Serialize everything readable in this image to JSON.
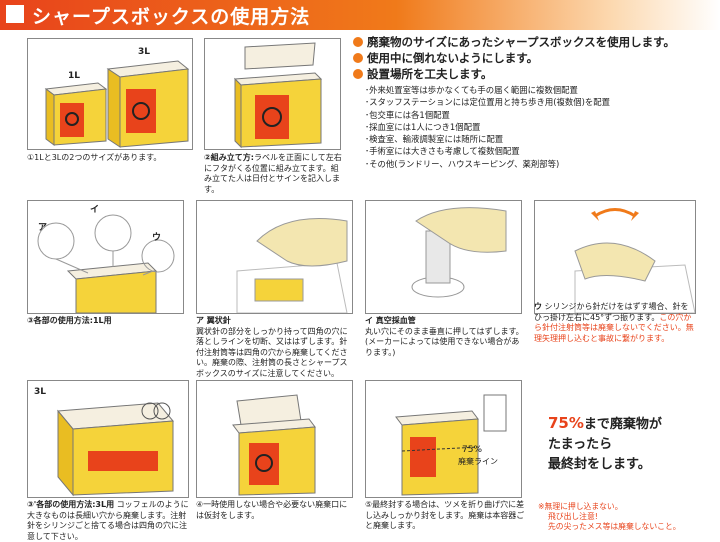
{
  "header": {
    "title": "シャープスボックスの使用方法"
  },
  "bullets": [
    "廃棄物のサイズにあったシャープスボックスを使用します。",
    "使用中に倒れないようにします。",
    "設置場所を工夫します。"
  ],
  "placement_notes": [
    "･外来処置室等は歩かなくても手の届く範囲に複数個配置",
    "･スタッフステーションには定位置用と持ち歩き用(複数個)を配置",
    "･包交車には各1個配置",
    "･採血室には1人につき1個配置",
    "･検査室、輸液調製室には随所に配置",
    "･手術室には大きさも考慮して複数個配置",
    "･その他(ランドリー、ハウスキーピング、薬剤部等)"
  ],
  "panel1": {
    "label_1l": "1L",
    "label_3l": "3L",
    "caption": "①1Lと3Lの2つのサイズがあります。"
  },
  "panel2": {
    "caption_head": "②組み立て方:",
    "caption_body": "ラベルを正面にして左右にフタがくる位置に組み立てます。組み立てた人は日付とサインを記入します。"
  },
  "panel3": {
    "label_a": "ア",
    "label_i": "イ",
    "label_u": "ウ",
    "caption": "③各部の使用方法:1L用"
  },
  "panel_a": {
    "head": "ア 翼状針",
    "body": "翼状針の部分をしっかり持って四角の穴に落としラインを切断、又ははずします。針付注射筒等は四角の穴から廃棄してください。廃棄の際、注射筒の長さとシャープスボックスのサイズに注意してください。"
  },
  "panel_i": {
    "head": "イ 真空採血管",
    "body": "丸い穴にそのまま垂直に押してはずします。(メーカーによっては使用できない場合があります。)"
  },
  "panel_u": {
    "head": "ウ",
    "body_black": "シリンジから針だけをはずす場合、針をひっ掛け左右に45°ずつ振ります。",
    "body_red": "この穴から針付注射筒等は廃棄しないでください。無理矢理押し込むと事故に繋がります。"
  },
  "panel4": {
    "label_3l": "3L",
    "caption_head": "③'各部の使用方法:3L用",
    "caption_body": "コッフェルのように大きなものは長細い穴から廃棄します。注射針をシリンジごと捨てる場合は四角の穴に注意して下さい。"
  },
  "panel5": {
    "caption": "④一時使用しない場合や必要ない廃棄口には仮封をします。"
  },
  "panel6": {
    "level_label": "75%",
    "level_sub": "廃棄ライン",
    "caption": "⑤最終封する場合は、ツメを折り曲げ穴に差し込みしっかり封をします。廃棄は本容器ごと廃棄します。"
  },
  "final": {
    "percent": "75%",
    "line1_rest": "まで廃棄物が",
    "line2": "たまったら",
    "line3": "最終封をします。"
  },
  "warnings": [
    "※無理に押し込まない。",
    "飛び出し注意!",
    "先の尖ったメス等は廃棄しないこと。"
  ],
  "colors": {
    "accent": "#e8431b",
    "orange": "#f07a1a",
    "box_yellow": "#f5d33a",
    "glove": "#f3e6b0"
  }
}
